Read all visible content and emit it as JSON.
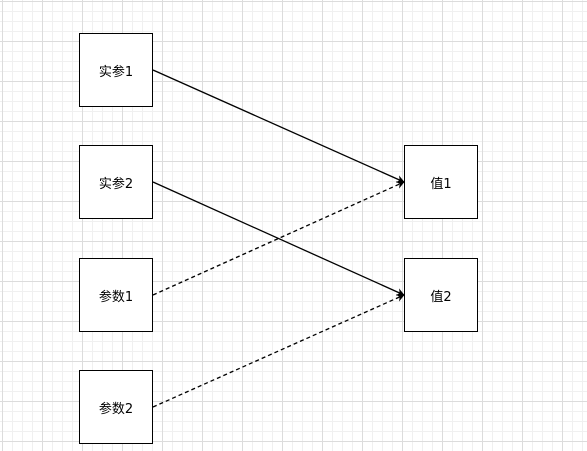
{
  "nodes": {
    "arg1": "实参1",
    "arg2": "实参2",
    "param1": "参数1",
    "param2": "参数2",
    "val1": "值1",
    "val2": "值2"
  },
  "edges": [
    {
      "from": "arg1",
      "to": "val1",
      "style": "solid"
    },
    {
      "from": "arg2",
      "to": "val2",
      "style": "solid"
    },
    {
      "from": "param1",
      "to": "val1",
      "style": "dashed"
    },
    {
      "from": "param2",
      "to": "val2",
      "style": "dashed"
    }
  ],
  "colors": {
    "line": "#000000",
    "grid": "#dcdcdc",
    "background": "#ffffff"
  }
}
